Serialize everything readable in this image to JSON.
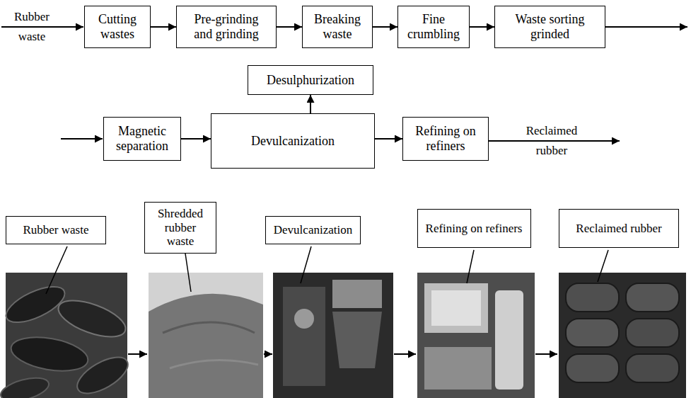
{
  "diagram": {
    "nodes": [
      {
        "text": [
          "Cutting wastes"
        ]
      },
      {
        "text": [
          "Pre-grinding and grinding"
        ]
      },
      {
        "text": [
          "Breaking waste"
        ]
      },
      {
        "text": [
          "Fine crumbling"
        ]
      },
      {
        "text": [
          "Waste sorting grinded"
        ]
      },
      {
        "text": [
          "Desulphurization"
        ]
      },
      {
        "text": [
          "Magnetic separation"
        ]
      },
      {
        "text": [
          "Devulcanization"
        ]
      },
      {
        "text": [
          "Refining on refiners"
        ]
      },
      {
        "text": [
          "Rubber waste"
        ]
      },
      {
        "text": [
          "Shredded rubber waste"
        ]
      },
      {
        "text": [
          "Devulcanization"
        ]
      },
      {
        "text": [
          "Refining on refiners"
        ]
      },
      {
        "text": [
          "Reclaimed rubber"
        ]
      }
    ],
    "edges": [
      {
        "from": 0,
        "to": 1,
        "arrow": "to"
      },
      {
        "from": 1,
        "to": 2,
        "arrow": "to"
      },
      {
        "from": 2,
        "to": 3,
        "arrow": "to"
      },
      {
        "from": 3,
        "to": 4,
        "arrow": "to"
      },
      {
        "from": 6,
        "to": 7,
        "arrow": "to"
      },
      {
        "from": 7,
        "to": 5,
        "arrow": "to"
      },
      {
        "from": 7,
        "to": 8,
        "arrow": "to"
      }
    ],
    "labels": [
      "Rubber waste",
      "Reclaimed rubber"
    ]
  }
}
